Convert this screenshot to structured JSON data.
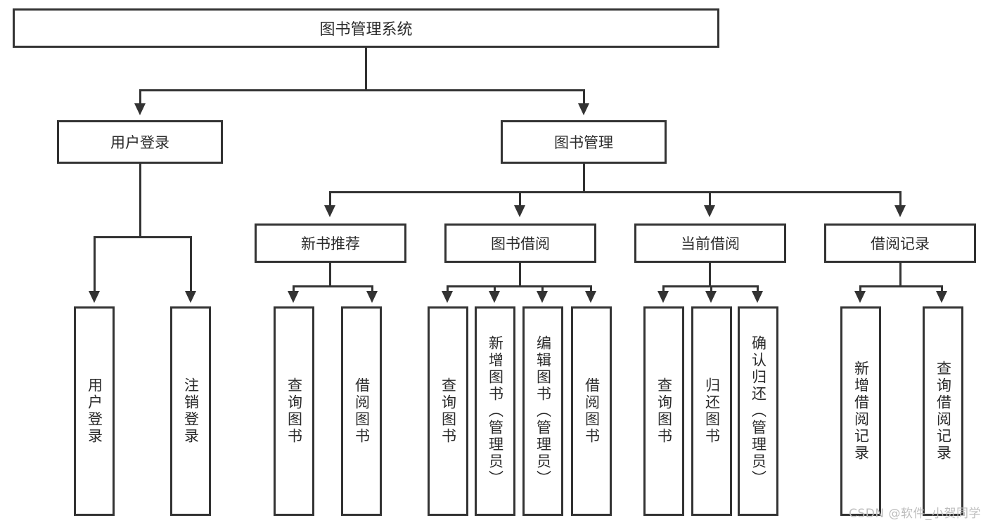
{
  "diagram": {
    "title": "图书管理系统",
    "watermark": "CSDN @软件_小贺同学",
    "nodes": {
      "root": "图书管理系统",
      "user_login": "用户登录",
      "book_manage": "图书管理",
      "new_book_rec": "新书推荐",
      "book_borrow": "图书借阅",
      "current_borrow": "当前借阅",
      "borrow_record": "借阅记录",
      "leaf_user_login": "用户登录",
      "leaf_user_logout": "注销登录",
      "leaf_query_book_1": "查询图书",
      "leaf_borrow_book_1": "借阅图书",
      "leaf_query_book_2": "查询图书",
      "leaf_add_book": "新增图书（管理员）",
      "leaf_edit_book": "编辑图书（管理员）",
      "leaf_borrow_book_2": "借阅图书",
      "leaf_query_book_3": "查询图书",
      "leaf_return_book": "归还图书",
      "leaf_confirm_return": "确认归还（管理员）",
      "leaf_add_record": "新增借阅记录",
      "leaf_query_record": "查询借阅记录"
    },
    "colors": {
      "line": "#333333",
      "box_fill": "#ffffff",
      "text": "#2b2b2b",
      "watermark": "#bdbdbd"
    }
  }
}
